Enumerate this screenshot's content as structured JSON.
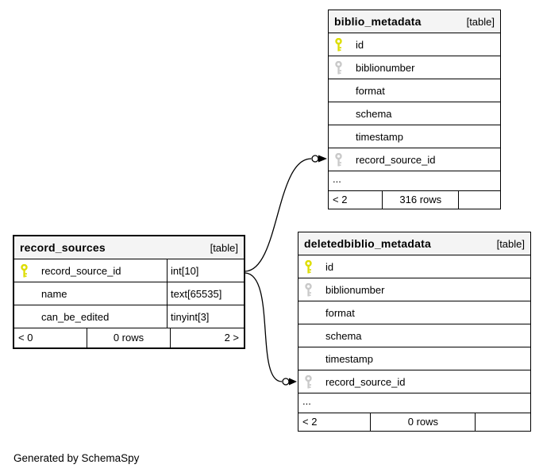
{
  "footer_note": "Generated by SchemaSpy",
  "key_colors": {
    "primary": "#dddd00",
    "foreign": "#c9c9c9"
  },
  "tables": [
    {
      "id": "biblio_metadata",
      "title": "biblio_metadata",
      "tag": "[table]",
      "columns": [
        {
          "name": "id",
          "key": "primary"
        },
        {
          "name": "biblionumber",
          "key": "foreign"
        },
        {
          "name": "format",
          "key": "none"
        },
        {
          "name": "schema",
          "key": "none"
        },
        {
          "name": "timestamp",
          "key": "none"
        },
        {
          "name": "record_source_id",
          "key": "foreign"
        }
      ],
      "truncated": "...",
      "footer": {
        "left": "< 2",
        "center": "316 rows",
        "right": ""
      }
    },
    {
      "id": "record_sources",
      "title": "record_sources",
      "tag": "[table]",
      "columns": [
        {
          "name": "record_source_id",
          "key": "primary",
          "type": "int[10]"
        },
        {
          "name": "name",
          "key": "none",
          "type": "text[65535]"
        },
        {
          "name": "can_be_edited",
          "key": "none",
          "type": "tinyint[3]"
        }
      ],
      "footer": {
        "left": "< 0",
        "center": "0 rows",
        "right": "2 >"
      }
    },
    {
      "id": "deletedbiblio_metadata",
      "title": "deletedbiblio_metadata",
      "tag": "[table]",
      "columns": [
        {
          "name": "id",
          "key": "primary"
        },
        {
          "name": "biblionumber",
          "key": "foreign"
        },
        {
          "name": "format",
          "key": "none"
        },
        {
          "name": "schema",
          "key": "none"
        },
        {
          "name": "timestamp",
          "key": "none"
        },
        {
          "name": "record_source_id",
          "key": "foreign"
        }
      ],
      "truncated": "...",
      "footer": {
        "left": "< 2",
        "center": "0 rows",
        "right": ""
      }
    }
  ],
  "relationships": [
    {
      "from": "record_sources.record_source_id",
      "to": "biblio_metadata.record_source_id"
    },
    {
      "from": "record_sources.record_source_id",
      "to": "deletedbiblio_metadata.record_source_id"
    }
  ]
}
